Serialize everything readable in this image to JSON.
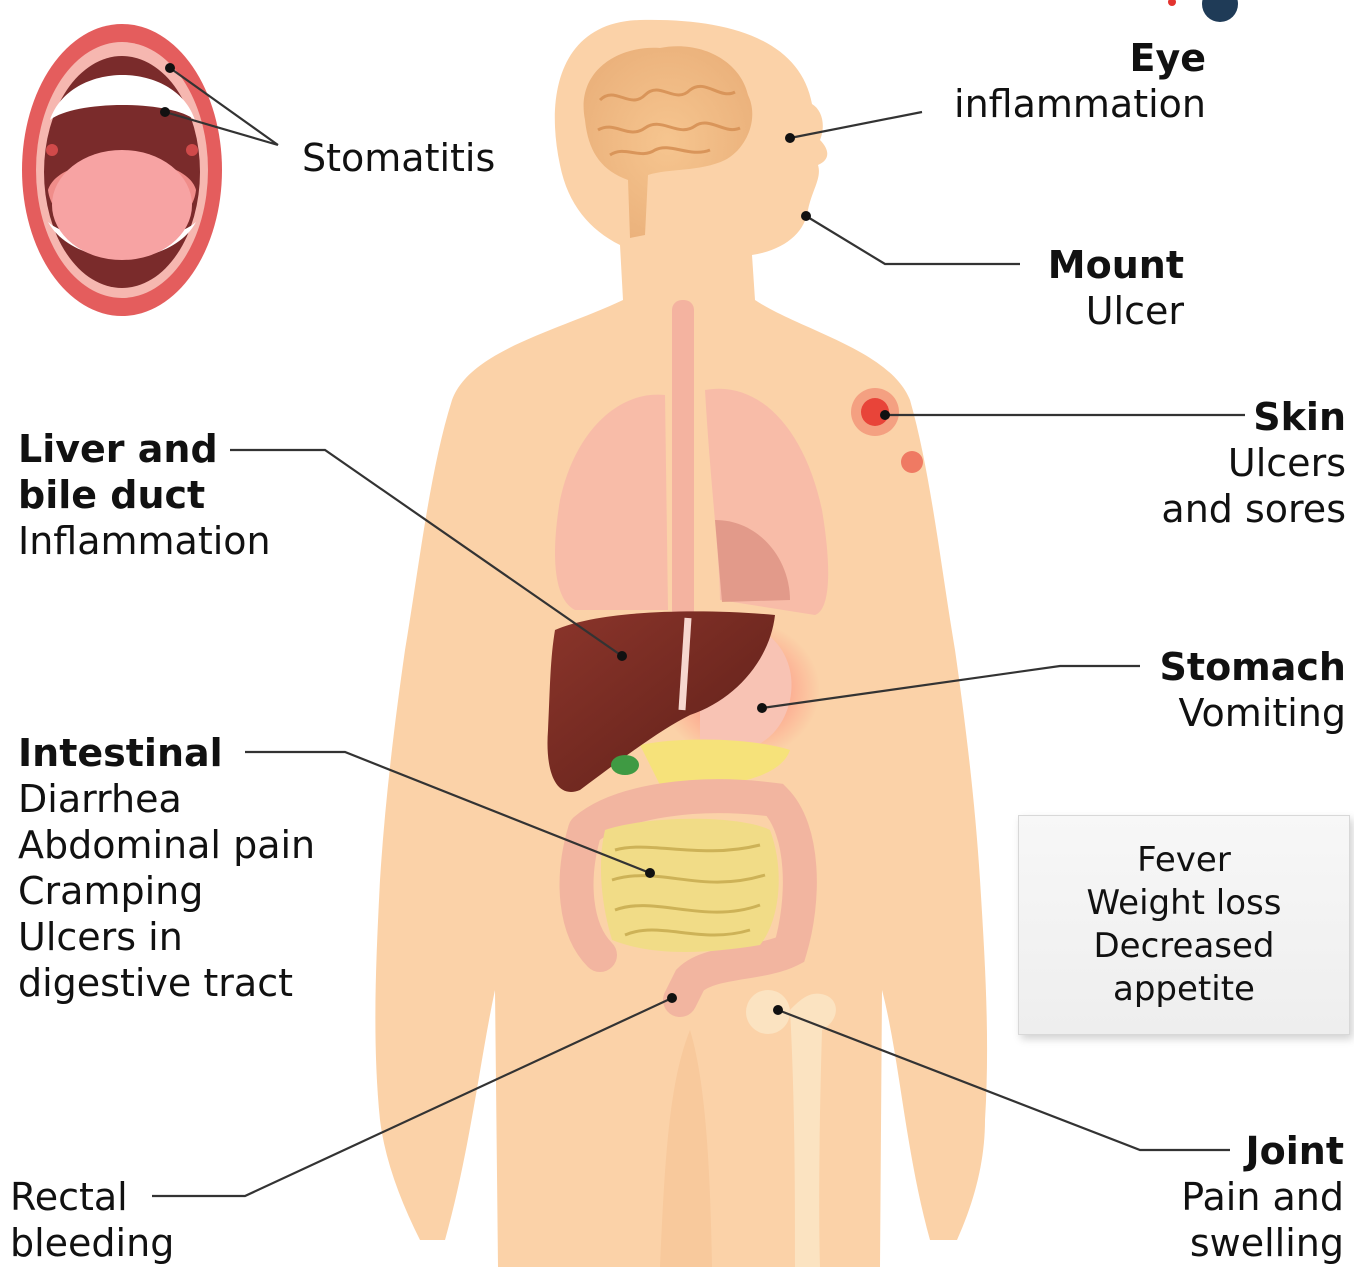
{
  "callouts": {
    "mouth": {
      "detail": [
        "Stomatitis"
      ]
    },
    "eye": {
      "title": "Eye",
      "detail": [
        "inflammation"
      ]
    },
    "mouth_ulcer": {
      "title": "Mount",
      "detail": [
        "Ulcer"
      ]
    },
    "skin": {
      "title": "Skin",
      "detail": [
        "Ulcers",
        "and sores"
      ]
    },
    "liver": {
      "title": [
        "Liver and",
        "bile duct"
      ],
      "detail": [
        "Inflammation"
      ]
    },
    "stomach": {
      "title": "Stomach",
      "detail": [
        "Vomiting"
      ]
    },
    "intestinal": {
      "title": "Intestinal",
      "detail": [
        "Diarrhea",
        "Abdominal pain",
        "Cramping",
        "Ulcers in",
        "digestive tract"
      ]
    },
    "rectal": {
      "detail": [
        "Rectal",
        "bleeding"
      ]
    },
    "joint": {
      "title": "Joint",
      "detail": [
        "Pain and",
        "swelling"
      ]
    }
  },
  "general_symptoms": [
    "Fever",
    "Weight loss",
    "Decreased",
    "appetite"
  ],
  "colors": {
    "skin": "#fbd2a8",
    "skin_shadow": "#f5c191",
    "lung": "#f7b9a8",
    "liver": "#7a2c23",
    "intestine": "#f1dc87",
    "colon": "#f2b5a0",
    "leader_line": "#333333",
    "mouth_lip": "#e45d5d",
    "sore": "#e8443a"
  }
}
